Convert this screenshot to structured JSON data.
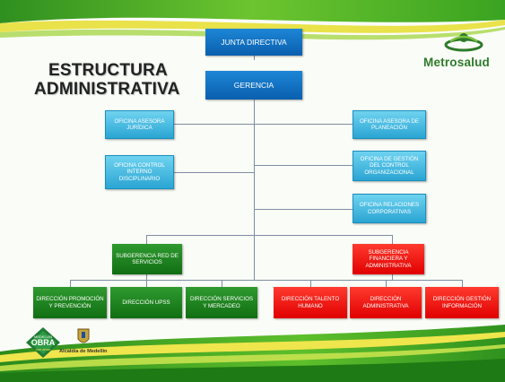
{
  "slide": {
    "title_line1": "ESTRUCTURA",
    "title_line2": "ADMINISTRATIVA",
    "brand": "Metrosalud",
    "footer_logo_main": "OBRA",
    "footer_logo_top": "MEDELLÍN",
    "footer_logo_sub": "con amor",
    "footer_city": "Alcaldía de Medellín"
  },
  "colors": {
    "top_blue": "#0a5fae",
    "advisory_cyan": "#2aa5d3",
    "subgerencia_green": "#116e13",
    "subgerencia_red": "#e00000",
    "band_green": "#55b82d",
    "band_yellow": "#f2e54a"
  },
  "org": {
    "junta": "JUNTA DIRECTIVA",
    "gerencia": "GERENCIA",
    "left_advisors": [
      "OFICINA ASESORA JURÍDICA",
      "OFICINA CONTROL INTERNO DISCIPLINARIO"
    ],
    "right_advisors": [
      "OFICINA ASESORA DE PLANEACIÓN",
      "OFICINA DE GESTIÓN DEL CONTROL ORGANIZACIONAL",
      "OFICINA RELACIONES CORPORATIVAS"
    ],
    "subgerencias": [
      "SUBGERENCIA RED DE SERVICIOS",
      "SUBGERENCIA FINANCIERA Y ADMINISTRATIVA"
    ],
    "green_directions": [
      "DIRECCIÓN PROMOCIÓN Y PREVENCIÓN",
      "DIRECCIÓN UPSS",
      "DIRECCIÓN SERVICIOS Y MERCADEO"
    ],
    "red_directions": [
      "DIRECCIÓN TALENTO HUMANO",
      "DIRECCIÓN ADMINISTRATIVA",
      "DIRECCIÓN GESTIÓN INFORMACIÓN"
    ]
  }
}
